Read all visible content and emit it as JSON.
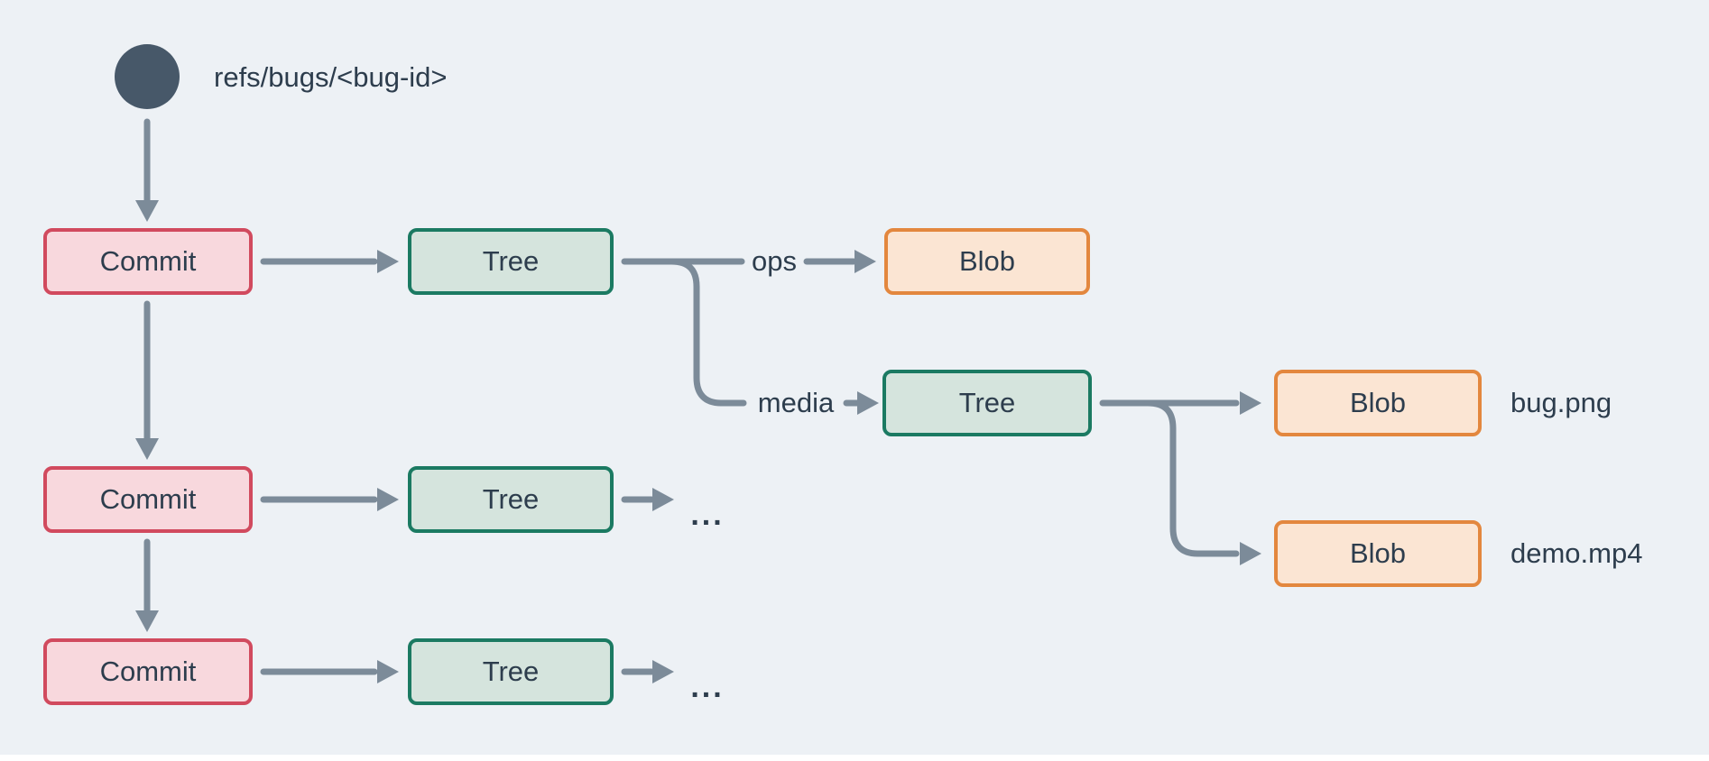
{
  "diagram": {
    "ref_label": "refs/bugs/<bug-id>",
    "node_labels": {
      "commit": "Commit",
      "tree": "Tree",
      "blob": "Blob"
    },
    "edge_labels": {
      "ops": "ops",
      "media": "media"
    },
    "file_labels": {
      "bug_png": "bug.png",
      "demo_mp4": "demo.mp4"
    },
    "ellipsis": "...",
    "colors": {
      "background": "#edf1f5",
      "ref_node": "#475869",
      "connector": "#7c8b99",
      "commit_fill": "#f8d8dd",
      "commit_border": "#d14a5e",
      "tree_fill": "#d5e4dd",
      "tree_border": "#1b7a62",
      "blob_fill": "#fbe5d3",
      "blob_border": "#e3873e",
      "text": "#2d3d4d"
    }
  }
}
